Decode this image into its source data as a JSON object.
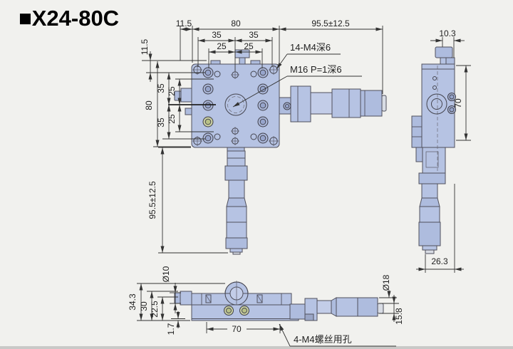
{
  "title": "■X24-80C",
  "top_view": {
    "dim_11_5": "11.5",
    "dim_80": "80",
    "dim_95_5": "95.5±12.5",
    "dim_35": "35",
    "dim_25": "25",
    "label_holes": "14-M4深6",
    "label_center_thread": "M16 P=1深6"
  },
  "side_view": {
    "dim_10_3": "10.3",
    "dim_70": "70",
    "dim_26_3": "26.3"
  },
  "front_view": {
    "dim_34_3": "34.3",
    "dim_30": "30",
    "dim_22_5": "22.5",
    "dim_1_7": "1.7",
    "dim_70": "70",
    "dim_dia10": "Ø10",
    "dim_dia18": "Ø18",
    "dim_15_8": "15.8",
    "label_mount_holes": "4-M4螺丝用孔"
  },
  "colors": {
    "part_fill": "#b6c3e3",
    "outline": "#50505c",
    "dimension": "#333333",
    "background": "#f1f1ee",
    "screw_accent": "#c9cfa0"
  }
}
